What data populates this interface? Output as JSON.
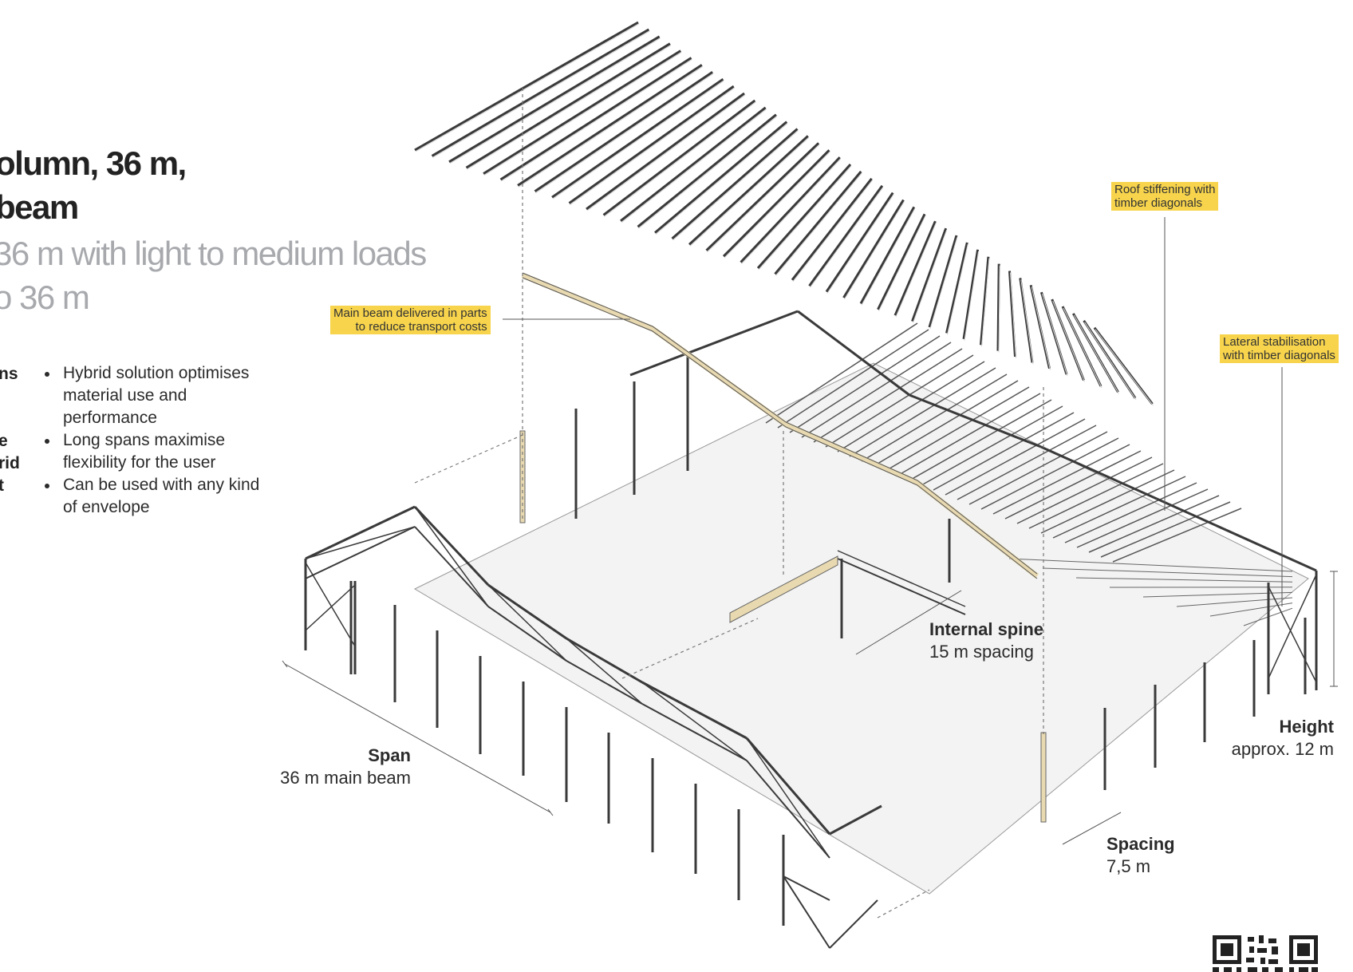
{
  "heading": {
    "title_line1": "olumn, 36 m,",
    "title_line2": "beam",
    "subtitle_line1": "36 m with light to medium loads",
    "subtitle_line2": "o 36 m"
  },
  "side_labels": [
    "ns",
    "e",
    "rid",
    "t"
  ],
  "bullets": [
    "Hybrid solution optimises",
    "material use and",
    "performance",
    "Long spans maximise",
    "flexibility for the user",
    "Can be used with any kind",
    "of envelope"
  ],
  "callouts": {
    "main_beam_line1": "Main beam delivered in parts",
    "main_beam_line2": "to reduce transport costs",
    "roof_line1": "Roof stiffening with",
    "roof_line2": "timber diagonals",
    "lateral_line1": "Lateral stabilisation",
    "lateral_line2": "with timber diagonals"
  },
  "dimensions": {
    "spine_title": "Internal spine",
    "spine_text": "15 m spacing",
    "span_title": "Span",
    "span_text": "36 m main beam",
    "height_title": "Height",
    "height_text": "approx. 12 m",
    "spacing_title": "Spacing",
    "spacing_text": "7,5 m"
  },
  "colors": {
    "timber": "#e8d9b0",
    "steel": "#3a3a3a",
    "floor": "#f2f3f2",
    "callout": "#f7d44c"
  },
  "icons": [
    "qr-code-icon"
  ]
}
